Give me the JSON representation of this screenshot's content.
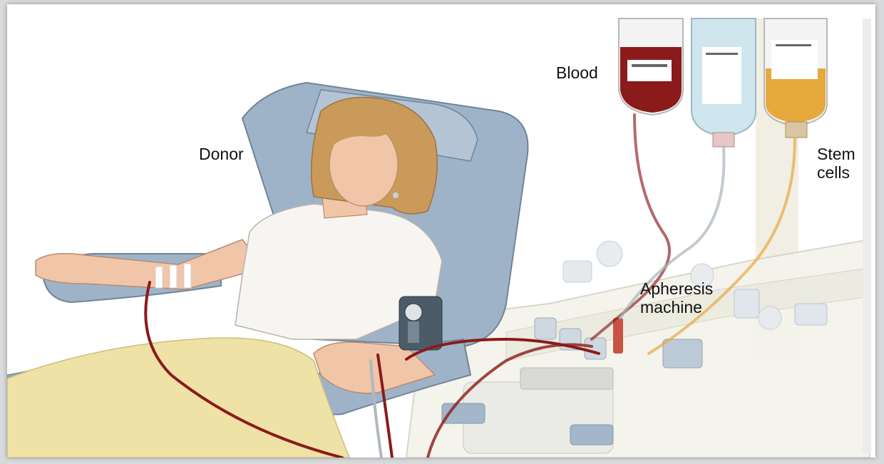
{
  "labels": {
    "donor": "Donor",
    "blood": "Blood",
    "stem_cells": "Stem\ncells",
    "apheresis": "Apheresis\nmachine"
  },
  "colors": {
    "blood": "#8b1a1a",
    "stem_cells": "#e5a93e",
    "saline": "#cfe6ee",
    "chair": "#9fb3c8",
    "blanket": "#efe2a6",
    "shirt": "#f7f5f2",
    "hair": "#c99a5a",
    "skin": "#f1c5a8"
  }
}
